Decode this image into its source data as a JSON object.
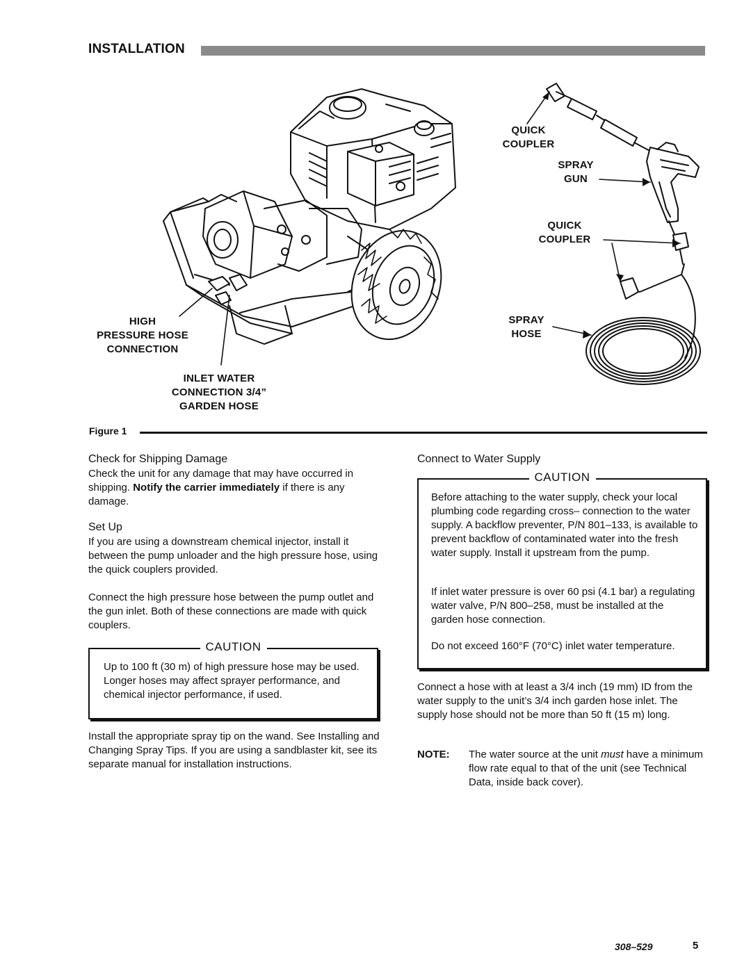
{
  "section_title": "INSTALLATION",
  "figure": {
    "label": "Figure 1",
    "callouts": {
      "quick_coupler_top_1": "QUICK",
      "quick_coupler_top_2": "COUPLER",
      "spray_gun_1": "SPRAY",
      "spray_gun_2": "GUN",
      "quick_coupler_mid_1": "QUICK",
      "quick_coupler_mid_2": "COUPLER",
      "spray_hose_1": "SPRAY",
      "spray_hose_2": "HOSE",
      "high_pressure_1": "HIGH",
      "high_pressure_2": "PRESSURE HOSE",
      "high_pressure_3": "CONNECTION",
      "inlet_water_1": "INLET WATER",
      "inlet_water_2": "CONNECTION 3/4”",
      "inlet_water_3": "GARDEN HOSE"
    }
  },
  "left_column": {
    "check_heading": "Check for Shipping Damage",
    "check_text_1": "Check the unit for any damage that may have occurred in shipping. ",
    "check_text_bold": "Notify the carrier immediately",
    "check_text_2": " if there is any damage.",
    "setup_heading": "Set Up",
    "setup_p1": "If you are using a downstream chemical injector, install it between the pump unloader and the high pressure hose, using the quick couplers provided.",
    "setup_p2": "Connect the high pressure hose between the pump outlet and the gun inlet. Both of these connections are made with quick couplers.",
    "caution_title": "CAUTION",
    "caution_text": "Up to 100 ft (30 m) of high pressure hose may be used. Longer hoses may affect sprayer performance, and chemical injector performance, if used.",
    "setup_p3": "Install the appropriate spray tip on the wand. See Installing and Changing Spray Tips. If you are using a sandblaster kit, see its separate manual for installation instructions."
  },
  "right_column": {
    "connect_heading": "Connect to Water Supply",
    "caution_title": "CAUTION",
    "caution_p1": "Before attaching to the water supply, check your local plumbing code regarding cross– connection to the water supply. A backflow preventer, P/N 801–133, is available to prevent backflow of contaminated water into the fresh water supply. Install it upstream from the pump.",
    "caution_p2": "If inlet water pressure is over 60 psi (4.1 bar) a regulating water valve, P/N 800–258, must be installed at the garden hose connection.",
    "caution_p3": "Do not exceed 160°F (70°C) inlet water temperature.",
    "connect_text": "Connect a hose with at least a 3/4 inch (19 mm) ID from the water supply to the unit’s 3/4 inch garden hose inlet. The supply hose should not be more than 50 ft (15 m) long.",
    "note_label": "NOTE:",
    "note_text_1": "The water source at the unit ",
    "note_text_em": "must",
    "note_text_2": " have a minimum flow rate equal to that of the unit (see Technical Data, inside back cover)."
  },
  "footer": {
    "doc_number": "308–529",
    "page_number": "5"
  }
}
